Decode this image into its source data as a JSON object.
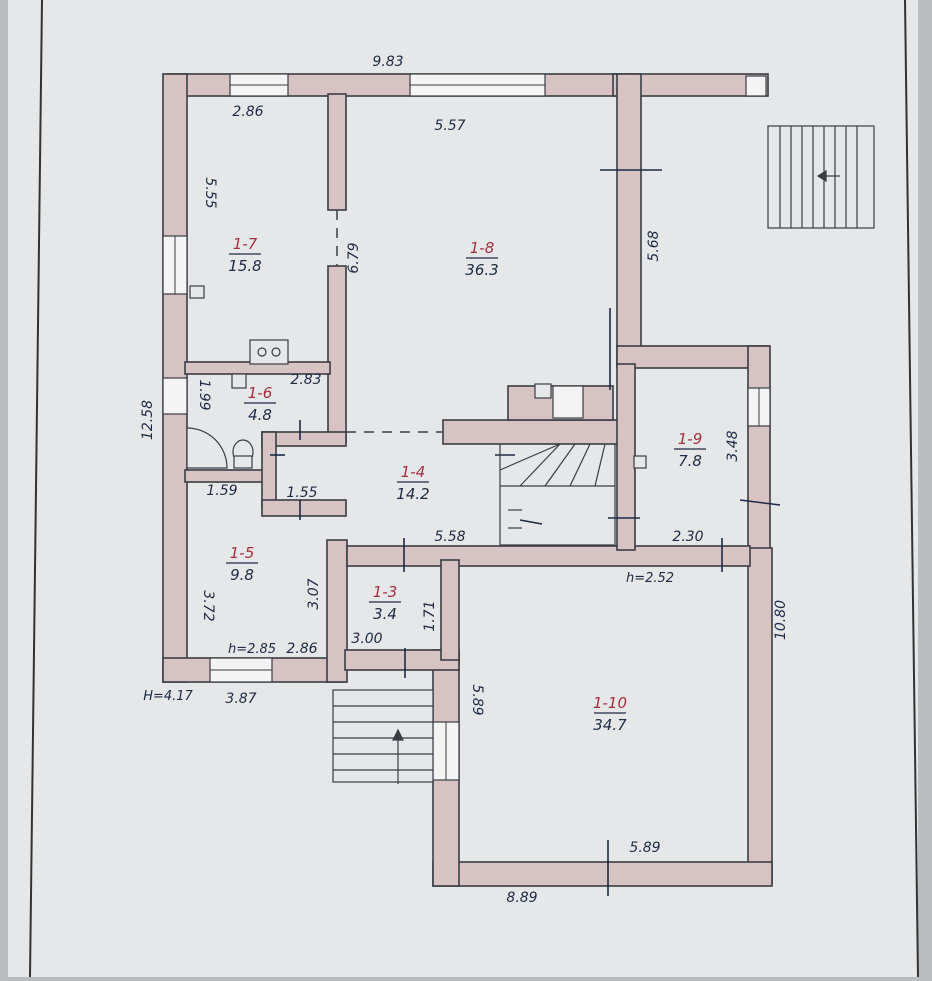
{
  "plan": {
    "rooms": [
      {
        "id": "1-7",
        "area": "15.8"
      },
      {
        "id": "1-8",
        "area": "36.3"
      },
      {
        "id": "1-6",
        "area": "4.8"
      },
      {
        "id": "1-4",
        "area": "14.2"
      },
      {
        "id": "1-5",
        "area": "9.8"
      },
      {
        "id": "1-3",
        "area": "3.4"
      },
      {
        "id": "1-9",
        "area": "7.8"
      },
      {
        "id": "1-10",
        "area": "34.7"
      }
    ],
    "dimensions": [
      "9.83",
      "2.86",
      "5.57",
      "5.55",
      "6.79",
      "5.68",
      "12.58",
      "1.99",
      "2.83",
      "1.59",
      "1.55",
      "5.58",
      "2.30",
      "3.48",
      "3.72",
      "3.07",
      "1.71",
      "3.00",
      "2.86",
      "3.87",
      "5.89",
      "10.80",
      "5.89",
      "8.89"
    ],
    "heights": [
      "h=2.52",
      "h=2.85",
      "H=4.17"
    ]
  },
  "colors": {
    "paper": "#e6e7e8",
    "background": "#b9bdc0",
    "wall_fill": "#d7c3c3",
    "wall_stroke": "#3a3d44",
    "ink": "#1e2a44",
    "red_ink": "#a33040"
  }
}
